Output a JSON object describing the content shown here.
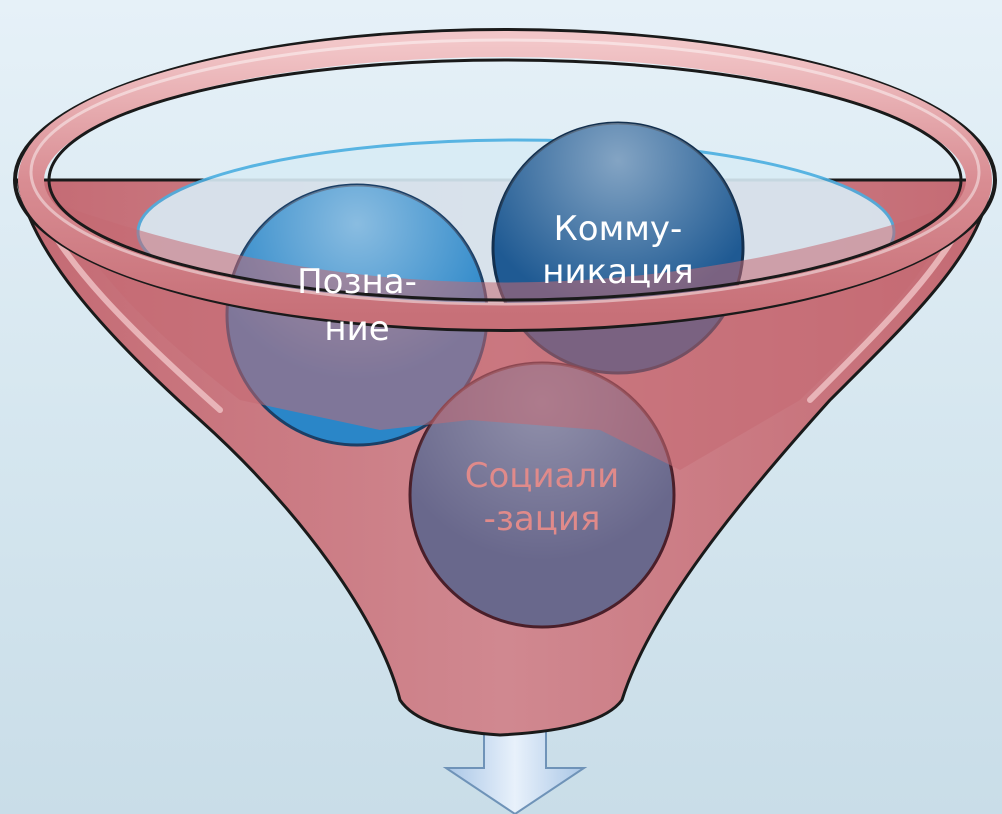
{
  "diagram": {
    "funnel_items": [
      {
        "line1": "Позна-",
        "line2": "ние",
        "color": "#2a86c8",
        "text_color": "#ffffff"
      },
      {
        "line1": "Комму-",
        "line2": "никация",
        "color": "#1f5a93",
        "text_color": "#ffffff"
      },
      {
        "line1": "Социали",
        "line2": "-зация",
        "color": "#69688c",
        "text_color": "#e08a8a"
      }
    ],
    "colors": {
      "funnel_fill": "#c9747c",
      "funnel_rim": "#e2a4a8",
      "funnel_outline": "#1a1a1a",
      "inner_ellipse": "#4aaee0",
      "arrow": "#c3d8ef",
      "background": "#dbe9f2"
    }
  }
}
